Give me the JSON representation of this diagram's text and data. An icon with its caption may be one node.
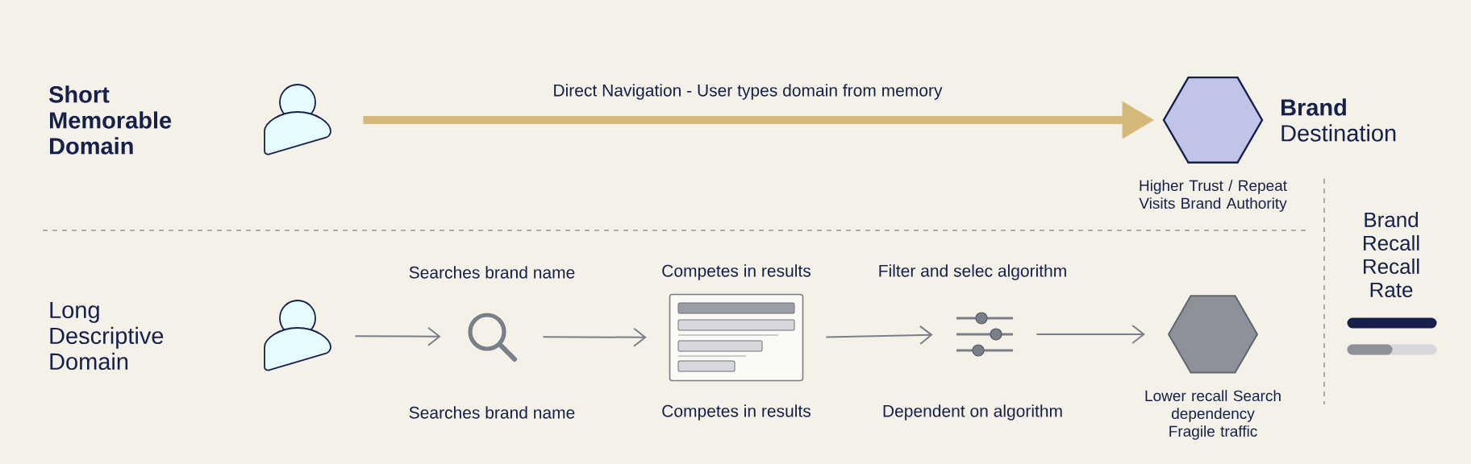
{
  "diagram": {
    "nodes": [
      {
        "text": [],
        "shape": "person"
      },
      {
        "text": [
          "**Brand** Destination"
        ],
        "beside": [
          "Higher Trust / Repeat Visits Brand Authority"
        ]
      },
      {
        "text": [],
        "shape": "person"
      },
      {
        "text": [
          "Searches brand name",
          "Searches brand name"
        ]
      },
      {
        "text": [
          "Competes in results",
          "Competes in results"
        ]
      },
      {
        "text": [
          "Filter and selec algorithm",
          "Dependent on algorithm"
        ]
      },
      {
        "text": [],
        "shape": "hexagon",
        "beside": [
          "Lower recall Search dependency Fragile traffic"
        ]
      }
    ],
    "edges": [
      {
        "from": 0,
        "to": 1,
        "arrow": "to",
        "label": "Direct Navigation - User types domain from memory",
        "style": "thick",
        "color": "#d4b97a"
      },
      {
        "from": 2,
        "to": 3,
        "arrow": "to"
      },
      {
        "from": 3,
        "to": 4,
        "arrow": "to"
      },
      {
        "from": 4,
        "to": 5,
        "arrow": "to"
      },
      {
        "from": 5,
        "to": 6,
        "arrow": "to"
      }
    ],
    "labels": [
      "Short Memorable Domain",
      "Long Descriptive Domain",
      "Brand Recall Recall Rate"
    ]
  }
}
